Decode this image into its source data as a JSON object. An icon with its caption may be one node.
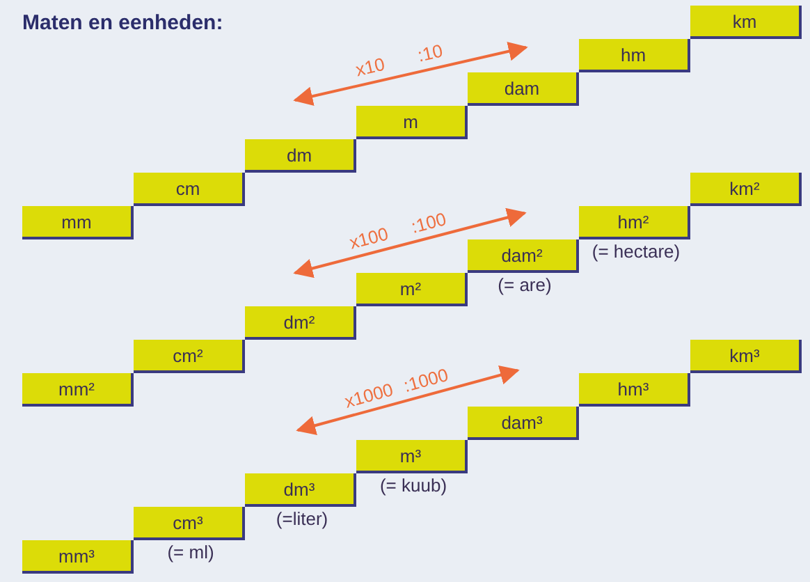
{
  "diagram": {
    "title": "Maten en eenheden:",
    "nodes": [
      {
        "text": [
          "mm"
        ]
      },
      {
        "text": [
          "cm"
        ]
      },
      {
        "text": [
          "dm"
        ]
      },
      {
        "text": [
          "m"
        ]
      },
      {
        "text": [
          "dam"
        ]
      },
      {
        "text": [
          "hm"
        ]
      },
      {
        "text": [
          "km"
        ]
      },
      {
        "text": [
          "mm²"
        ]
      },
      {
        "text": [
          "cm²"
        ]
      },
      {
        "text": [
          "dm²"
        ]
      },
      {
        "text": [
          "m²"
        ]
      },
      {
        "text": [
          "dam²"
        ],
        "beside": [
          "(= are)"
        ]
      },
      {
        "text": [
          "hm²"
        ],
        "beside": [
          "(= hectare)"
        ]
      },
      {
        "text": [
          "km²"
        ]
      },
      {
        "text": [
          "mm³"
        ]
      },
      {
        "text": [
          "cm³"
        ],
        "beside": [
          "(= ml)"
        ]
      },
      {
        "text": [
          "dm³"
        ],
        "beside": [
          "(=liter)"
        ]
      },
      {
        "text": [
          "m³"
        ],
        "beside": [
          "(= kuub)"
        ]
      },
      {
        "text": [
          "dam³"
        ]
      },
      {
        "text": [
          "hm³"
        ]
      },
      {
        "text": [
          "km³"
        ]
      }
    ],
    "labels": [
      "x10",
      ":10",
      "x100",
      ":100",
      "x1000",
      ":1000"
    ]
  }
}
